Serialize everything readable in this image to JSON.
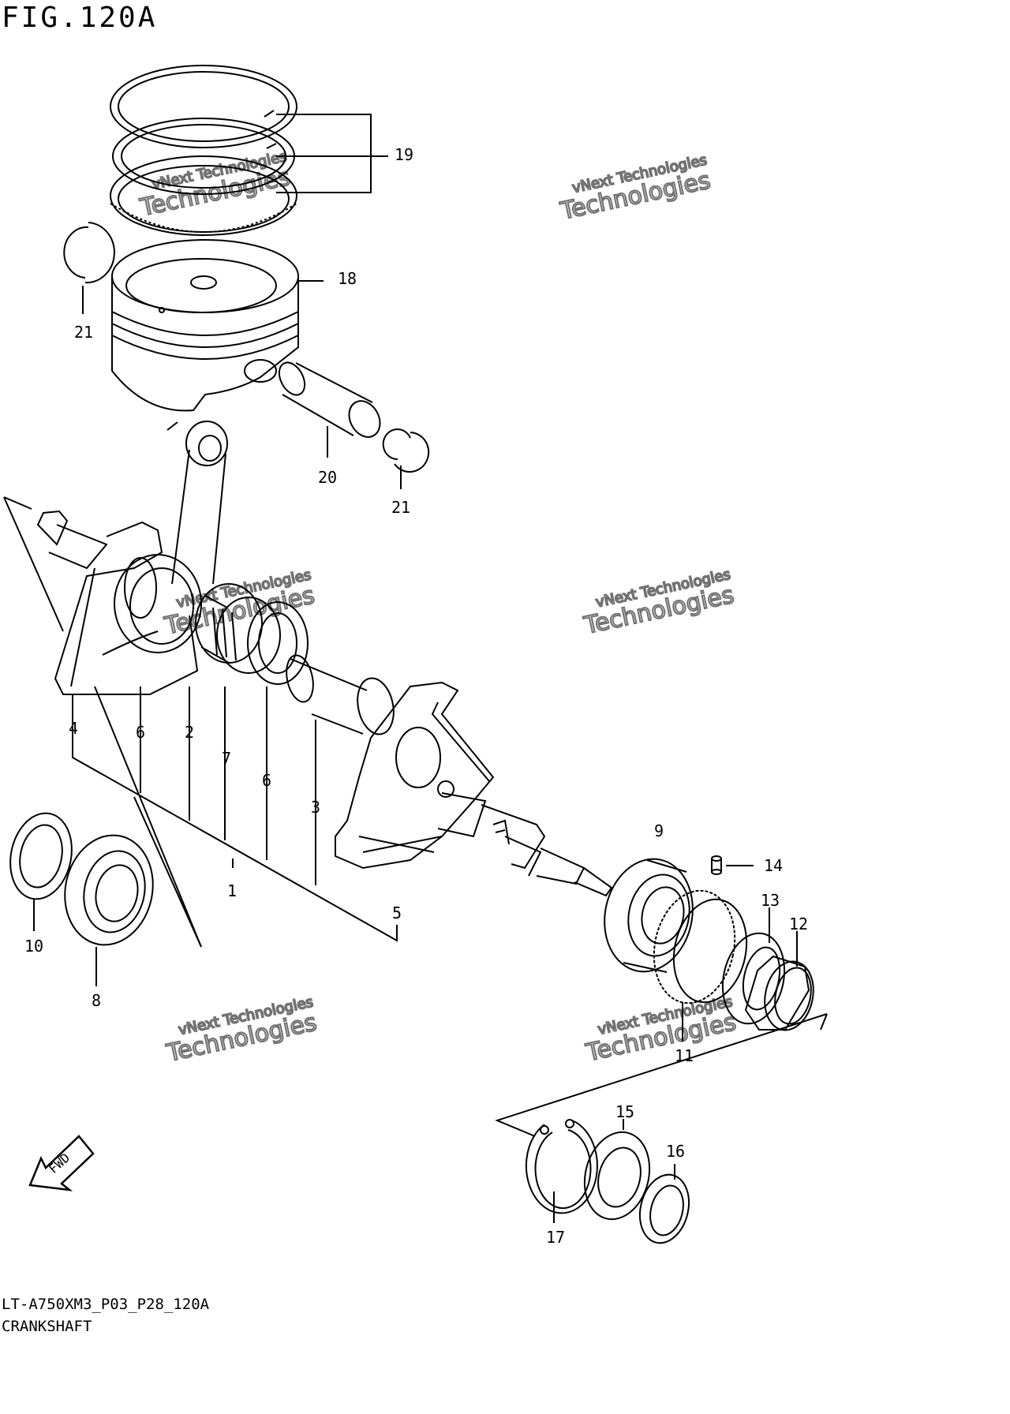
{
  "figure": {
    "title": "FIG.120A",
    "code": "LT-A750XM3_P03_P28_120A",
    "name": "CRANKSHAFT",
    "fwd_label": "FWD"
  },
  "watermark": {
    "line1": "vNext Technologies",
    "line2": "Technologies"
  },
  "callouts": [
    "19",
    "18",
    "21",
    "20",
    "21",
    "4",
    "6",
    "2",
    "7",
    "6",
    "3",
    "1",
    "5",
    "10",
    "8",
    "9",
    "14",
    "13",
    "12",
    "11",
    "15",
    "16",
    "17"
  ]
}
